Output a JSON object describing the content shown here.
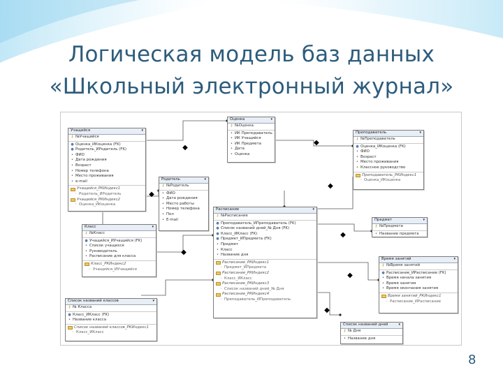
{
  "slide": {
    "title_line1": "Логическая модель баз данных",
    "title_line2": "«Школьный электронный журнал»",
    "page_number": "8"
  },
  "colors": {
    "title": "#2d5c7c",
    "accent": "#8fd4f0"
  },
  "entities": [
    {
      "name": "Учащийся",
      "rows": [
        {
          "kind": "pk",
          "text": "№Учащийся"
        },
        {
          "kind": "fk",
          "text": "Оценка_ИКоценка (FK)"
        },
        {
          "kind": "fk",
          "text": "Родитель_ИРодитель (FK)"
        },
        {
          "kind": "col",
          "text": "ФИО"
        },
        {
          "kind": "col",
          "text": "Дата рождения"
        },
        {
          "kind": "col",
          "text": "Возраст"
        },
        {
          "kind": "col",
          "text": "Номер телефона"
        },
        {
          "kind": "col",
          "text": "Место проживания"
        },
        {
          "kind": "col",
          "text": "e-mail"
        },
        {
          "kind": "idx",
          "text": "Учащийся_РКИндекс1"
        },
        {
          "kind": "idxsub",
          "text": "Родитель_ИРодитель"
        },
        {
          "kind": "idx",
          "text": "Учащийся_РКИндекс2"
        },
        {
          "kind": "idxsub",
          "text": "Оценка_ИКоценка"
        }
      ]
    },
    {
      "name": "Оценка",
      "rows": [
        {
          "kind": "pk",
          "text": "№Оценка"
        },
        {
          "kind": "col",
          "text": "ИК Преподаватель"
        },
        {
          "kind": "col",
          "text": "ИК Учащийся"
        },
        {
          "kind": "col",
          "text": "ИК Предмета"
        },
        {
          "kind": "col",
          "text": "Дата"
        },
        {
          "kind": "col",
          "text": "Оценка"
        }
      ]
    },
    {
      "name": "Преподаватель",
      "rows": [
        {
          "kind": "pk",
          "text": "№Преподаватель"
        },
        {
          "kind": "fk",
          "text": "Оценка_ИКоценка (FK)"
        },
        {
          "kind": "col",
          "text": "ФИО"
        },
        {
          "kind": "col",
          "text": "Возраст"
        },
        {
          "kind": "col",
          "text": "Место проживания"
        },
        {
          "kind": "col",
          "text": "Классное руководство"
        },
        {
          "kind": "idx",
          "text": "Преподаватель_РКИндекс1"
        },
        {
          "kind": "idxsub",
          "text": "Оценка_ИКоценка"
        }
      ]
    },
    {
      "name": "Родитель",
      "rows": [
        {
          "kind": "pk",
          "text": "№Родитель"
        },
        {
          "kind": "col",
          "text": "ФИО"
        },
        {
          "kind": "col",
          "text": "Дата рождения"
        },
        {
          "kind": "col",
          "text": "Место работы"
        },
        {
          "kind": "col",
          "text": "Номер телефона"
        },
        {
          "kind": "col",
          "text": "Пол"
        },
        {
          "kind": "col",
          "text": "E-mail"
        }
      ]
    },
    {
      "name": "Класс",
      "rows": [
        {
          "kind": "pk",
          "text": "№Класс"
        },
        {
          "kind": "fk",
          "text": "Учащийся_ИУчащийся (FK)"
        },
        {
          "kind": "col",
          "text": "Список учащихся"
        },
        {
          "kind": "col",
          "text": "Руководитель"
        },
        {
          "kind": "col",
          "text": "Расписание для класса"
        },
        {
          "kind": "idx",
          "text": "Класс_РКИндекс2"
        },
        {
          "kind": "idxsub",
          "text": "Учащийся_ИУчащийся"
        }
      ]
    },
    {
      "name": "Расписание",
      "rows": [
        {
          "kind": "pk",
          "text": "№Расписание"
        },
        {
          "kind": "fk",
          "text": "Преподаватель_ИПреподаватель (FK)"
        },
        {
          "kind": "fk",
          "text": "Список названий дней_№ Дня (FK)"
        },
        {
          "kind": "fk",
          "text": "Класс_ИКласс (FK)"
        },
        {
          "kind": "fk",
          "text": "Предмет_ИПредмета (FK)"
        },
        {
          "kind": "col",
          "text": "Предмет"
        },
        {
          "kind": "col",
          "text": "Класс"
        },
        {
          "kind": "col",
          "text": "Название дня"
        },
        {
          "kind": "idx",
          "text": "Расписание_РКИндекс1"
        },
        {
          "kind": "idxsub",
          "text": "Предмет_ИПредмета"
        },
        {
          "kind": "idx",
          "text": "Расписание_РКИндекс2"
        },
        {
          "kind": "idxsub",
          "text": "Класс_ИКласс"
        },
        {
          "kind": "idx",
          "text": "Расписание_РКИндекс3"
        },
        {
          "kind": "idxsub",
          "text": "Список названий дней_№ Дня"
        },
        {
          "kind": "idx",
          "text": "Расписание_РКИндекс4"
        },
        {
          "kind": "idxsub",
          "text": "Преподаватель_ИПреподаватель"
        }
      ]
    },
    {
      "name": "Предмет",
      "rows": [
        {
          "kind": "pk",
          "text": "№Предмета"
        },
        {
          "kind": "col",
          "text": "Название предмета"
        }
      ]
    },
    {
      "name": "Время занятий",
      "rows": [
        {
          "kind": "pk",
          "text": "№Время занятий"
        },
        {
          "kind": "fk",
          "text": "Расписание_ИРасписание (FK)"
        },
        {
          "kind": "col",
          "text": "Время начала занятия"
        },
        {
          "kind": "col",
          "text": "Время занятия"
        },
        {
          "kind": "col",
          "text": "Время окончания занятия"
        },
        {
          "kind": "idx",
          "text": "Время занятий_РКИндекс1"
        },
        {
          "kind": "idxsub",
          "text": "Расписание_ИРасписание"
        }
      ]
    },
    {
      "name": "Список названий классов",
      "rows": [
        {
          "kind": "pk",
          "text": "№ Класса"
        },
        {
          "kind": "fk",
          "text": "Класс_ИКласс (FK)"
        },
        {
          "kind": "col",
          "text": "Название класса"
        },
        {
          "kind": "idx",
          "text": "Список названий классов_РКИндекс1"
        },
        {
          "kind": "idxsub",
          "text": "Класс_ИКласс"
        }
      ]
    },
    {
      "name": "Список названий дней",
      "rows": [
        {
          "kind": "pk",
          "text": "№ Дня"
        },
        {
          "kind": "col",
          "text": "Название дня"
        }
      ]
    }
  ]
}
